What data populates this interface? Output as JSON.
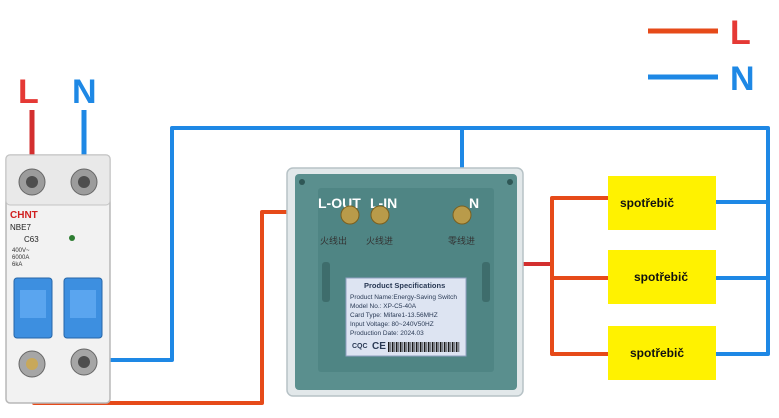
{
  "legend": {
    "l_label": "L",
    "n_label": "N"
  },
  "breaker": {
    "l_label": "L",
    "n_label": "N",
    "brand": "CHNT",
    "model": "NBE7",
    "curve": "C63",
    "rating_lines": [
      "400V~",
      "6000A",
      "6kA"
    ]
  },
  "switch": {
    "l_out_label": "L-OUT",
    "l_in_label": "L-IN",
    "n_label": "N",
    "cn_labels": [
      "火线出",
      "火线进",
      "零线进"
    ],
    "spec_title": "Product Specifications",
    "spec_lines": [
      "Product Name:Energy-Saving Switch",
      "Model No.: XP-C5-40A",
      "Card Type: Mifare1-13.56MHZ",
      "Input Voltage: 80~240V50HZ",
      "Production Date: 2024.03"
    ],
    "cert_marks": [
      "CQC",
      "CE"
    ]
  },
  "loads": [
    {
      "label": "spotřebič"
    },
    {
      "label": "spotřebič"
    },
    {
      "label": "spotřebič"
    }
  ],
  "colors": {
    "live": "#e64a19",
    "live_dark": "#d32f2f",
    "neutral": "#1e88e5",
    "load_fill": "#fff200",
    "plate": "#5a8f8e"
  }
}
